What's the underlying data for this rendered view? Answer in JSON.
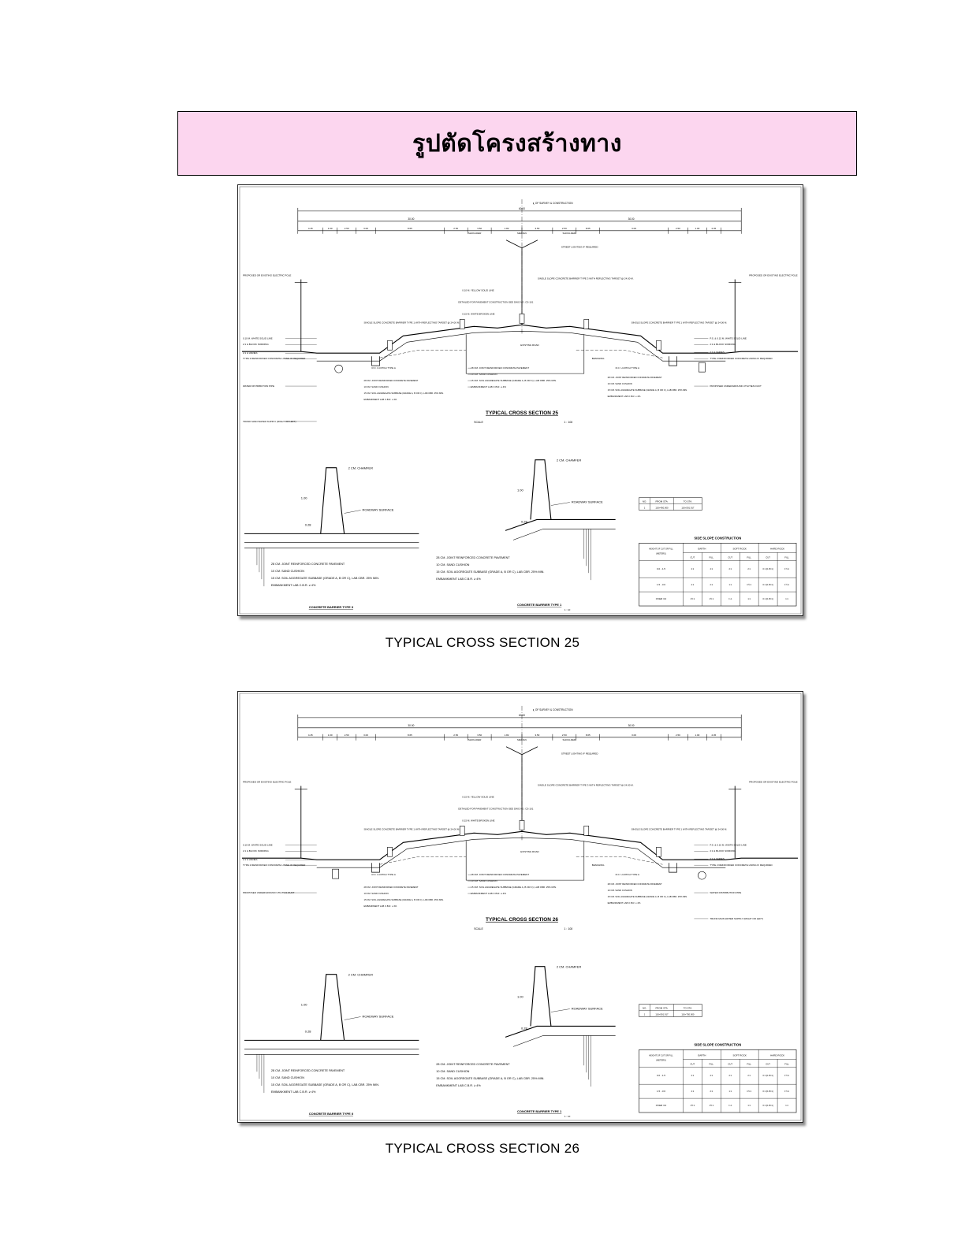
{
  "page_title": "รูปตัดโครงสร้างทาง",
  "figures": [
    {
      "caption": "TYPICAL CROSS SECTION 25",
      "drawing_title": "TYPICAL CROSS SECTION 25",
      "scale_label": "SCALE",
      "scale_value": "1 : 100",
      "centerline_label": "℄ OF SURVEY & CONSTRUCTION",
      "total_width": "60.00",
      "half_widths": [
        "30.00",
        "30.00"
      ],
      "dims": [
        "4.45",
        "1.00",
        "2.50",
        "3.00",
        "8.65",
        "2.50",
        "3.50",
        "1.82",
        "3.50",
        "2.50",
        "8.65",
        "3.00",
        "2.50",
        "1.00",
        "4.45"
      ],
      "labels_left": [
        "PROPOSED OR EXISTING ELECTRIC POLE",
        "0.10 M. WHITE SOLID LINE",
        "2:1 & BLOCK SODDING",
        "2:1 & VARIES",
        "TYPE 2 REINFORCED CONCRETE LINING IF REQUIRED",
        "WATER DISTRIBUTION PIPE",
        "TRUNK MAIN WATER SUPPLY (RIGHT OR LEFT)"
      ],
      "labels_center": [
        "SHOULDER",
        "MEDIAN",
        "SHOULDER",
        "STREET LIGHTING IF REQUIRED",
        "SINGLE SLOPE CONCRETE BARRIER TYPE 3 WITH REFLECTING TARGET @ 24.00 M.",
        "0.10 M. YELLOW SOLID LINE",
        "DETAILED FOR PAVEMENT CONSTRUCTION SEE DWG.NO. CS-101",
        "0.15 M. WHITE BROKEN LINE",
        "SINGLE SLOPE CONCRETE BARRIER TYPE 1 WITH REFLECTING TARGET @ 24.00 M.",
        "EXISTING ROAD",
        "R.C. U-DITCH TYPE A",
        "BENCHING"
      ],
      "labels_layers": [
        "28 CM. JOINT REINFORCED CONCRETE PAVEMENT",
        "10 CM. SAND CUSHION",
        "15 CM. SOIL AGGREGATE SUBBASE (GRADE A, B OR C), LAB CBR. 25% MIN.",
        "EMBANKMENT LAB C.B.R. ≥ 4%"
      ],
      "labels_right": [
        "PROPOSED OR EXISTING ELECTRIC POLE",
        "P.S. & 0.15 M. WHITE SOLID LINE",
        "2:1 & BLOCK SODDING",
        "2:1 & VARIES",
        "TYPE 2 REINFORCED CONCRETE LINING IF REQUIRED",
        "PROPOSED UNDERGROUND UTILITIES DUCT"
      ],
      "barrier2": {
        "title": "CONCRETE BARRIER TYPE II",
        "chamfer": "2 CM. CHAMFER",
        "height": "1.00",
        "base": "0.28",
        "roadway": "ROADWAY SURFACE"
      },
      "barrier1": {
        "title": "CONCRETE BARRIER TYPE 1",
        "scale": "1 : 10",
        "chamfer": "2 CM. CHAMFER",
        "height": "1.00",
        "base": "0.28",
        "roadway": "ROADWAY SURFACE"
      },
      "station_table": {
        "headers": [
          "NO.",
          "FROM STA.",
          "TO STA."
        ],
        "rows": [
          [
            "1",
            "116+450.000",
            "116+591.917"
          ]
        ]
      },
      "slope_table": {
        "title": "SIDE SLOPE CONSTRUCTION",
        "headers": [
          "HEIGHT OF CUT OR FILL (METERS)",
          "EARTH",
          "SOFT ROCK",
          "HARD ROCK"
        ],
        "subheaders": [
          "CUT",
          "FILL",
          "CUT",
          "FILL",
          "CUT",
          "FILL"
        ],
        "rows": [
          [
            "0.0 - 1.5",
            "2:1",
            "4:1",
            "2:1",
            "2:1",
            "0:1 (0.25:1)",
            "1½:1"
          ],
          [
            "1.5 - 3.0",
            "2:1",
            "2:1",
            "1:1",
            "1½:1",
            "0:1 (0.25:1)",
            "1½:1"
          ],
          [
            "OVER 3.0",
            "1½:1",
            "1½:1",
            "¾:1",
            "1:1",
            "0:1 (0.25:1)",
            "1:1"
          ]
        ]
      }
    },
    {
      "caption": "TYPICAL CROSS SECTION 26",
      "drawing_title": "TYPICAL CROSS SECTION 26",
      "scale_label": "SCALE",
      "scale_value": "1 : 100",
      "centerline_label": "℄ OF SURVEY & CONSTRUCTION",
      "total_width": "60.00",
      "half_widths": [
        "30.00",
        "30.00"
      ],
      "dims": [
        "4.45",
        "1.00",
        "2.50",
        "3.00",
        "8.65",
        "2.50",
        "3.50",
        "1.82",
        "3.50",
        "2.50",
        "8.65",
        "3.00",
        "2.50",
        "1.00",
        "4.45"
      ],
      "labels_left": [
        "PROPOSED OR EXISTING ELECTRIC POLE",
        "0.10 M. WHITE SOLID LINE",
        "2:1 & BLOCK SODDING",
        "2:1 & VARIES",
        "TYPE 2 REINFORCED CONCRETE LINING IF REQUIRED",
        "PROPOSED UNDERGROUND UTILITIES DUCT"
      ],
      "labels_center": [
        "SHOULDER",
        "MEDIAN",
        "SHOULDER",
        "STREET LIGHTING IF REQUIRED",
        "SINGLE SLOPE CONCRETE BARRIER TYPE 3 WITH REFLECTING TARGET @ 24.00 M.",
        "0.15 M. YELLOW SOLID LINE",
        "DETAILED FOR PAVEMENT CONSTRUCTION SEE DWG.NO. CS-101",
        "0.15 M. WHITE BROKEN LINE",
        "SINGLE SLOPE CONCRETE BARRIER TYPE 1 WITH REFLECTING TARGET @ 24.00 M.",
        "EXISTING ROAD",
        "R.C. U-DITCH TYPE A",
        "BENCHING"
      ],
      "labels_layers": [
        "28 CM. JOINT REINFORCED CONCRETE PAVEMENT",
        "10 CM. SAND CUSHION",
        "15 CM. SOIL AGGREGATE SUBBASE (GRADE A, B OR C), LAB CBR. 25% MIN.",
        "EMBANKMENT LAB C.B.R. ≥ 4%"
      ],
      "labels_right": [
        "PROPOSED OR EXISTING ELECTRIC POLE",
        "P.S. & 0.15 M. WHITE SOLID LINE",
        "2:1 & BLOCK SODDING",
        "2:1 & VARIES",
        "TYPE 2 REINFORCED CONCRETE LINING IF REQUIRED",
        "WATER DISTRIBUTION PIPE",
        "TRUNK MAIN WATER SUPPLY (RIGHT OR LEFT)"
      ],
      "barrier2": {
        "title": "CONCRETE BARRIER TYPE II",
        "chamfer": "2 CM. CHAMFER",
        "height": "1.00",
        "base": "0.28",
        "roadway": "ROADWAY SURFACE"
      },
      "barrier1": {
        "title": "CONCRETE BARRIER TYPE 1",
        "scale": "1 : 10",
        "chamfer": "2 CM. CHAMFER",
        "height": "1.00",
        "base": "0.28",
        "roadway": "ROADWAY SURFACE"
      },
      "station_table": {
        "headers": [
          "NO.",
          "FROM STA.",
          "TO STA."
        ],
        "rows": [
          [
            "1",
            "116+591.917",
            "116+750.000"
          ]
        ]
      },
      "slope_table": {
        "title": "SIDE SLOPE CONSTRUCTION",
        "headers": [
          "HEIGHT OF CUT OR FILL (METERS)",
          "EARTH",
          "SOFT ROCK",
          "HARD ROCK"
        ],
        "subheaders": [
          "CUT",
          "FILL",
          "CUT",
          "FILL",
          "CUT",
          "FILL"
        ],
        "rows": [
          [
            "0.0 - 1.5",
            "2:1",
            "4:1",
            "2:1",
            "2:1",
            "0:1 (0.25:1)",
            "1½:1"
          ],
          [
            "1.5 - 3.0",
            "2:1",
            "2:1",
            "1:1",
            "1½:1",
            "0:1 (0.25:1)",
            "1½:1"
          ],
          [
            "OVER 3.0",
            "1½:1",
            "1½:1",
            "¾:1",
            "1:1",
            "0:1 (0.25:1)",
            "1:1"
          ]
        ]
      }
    }
  ]
}
